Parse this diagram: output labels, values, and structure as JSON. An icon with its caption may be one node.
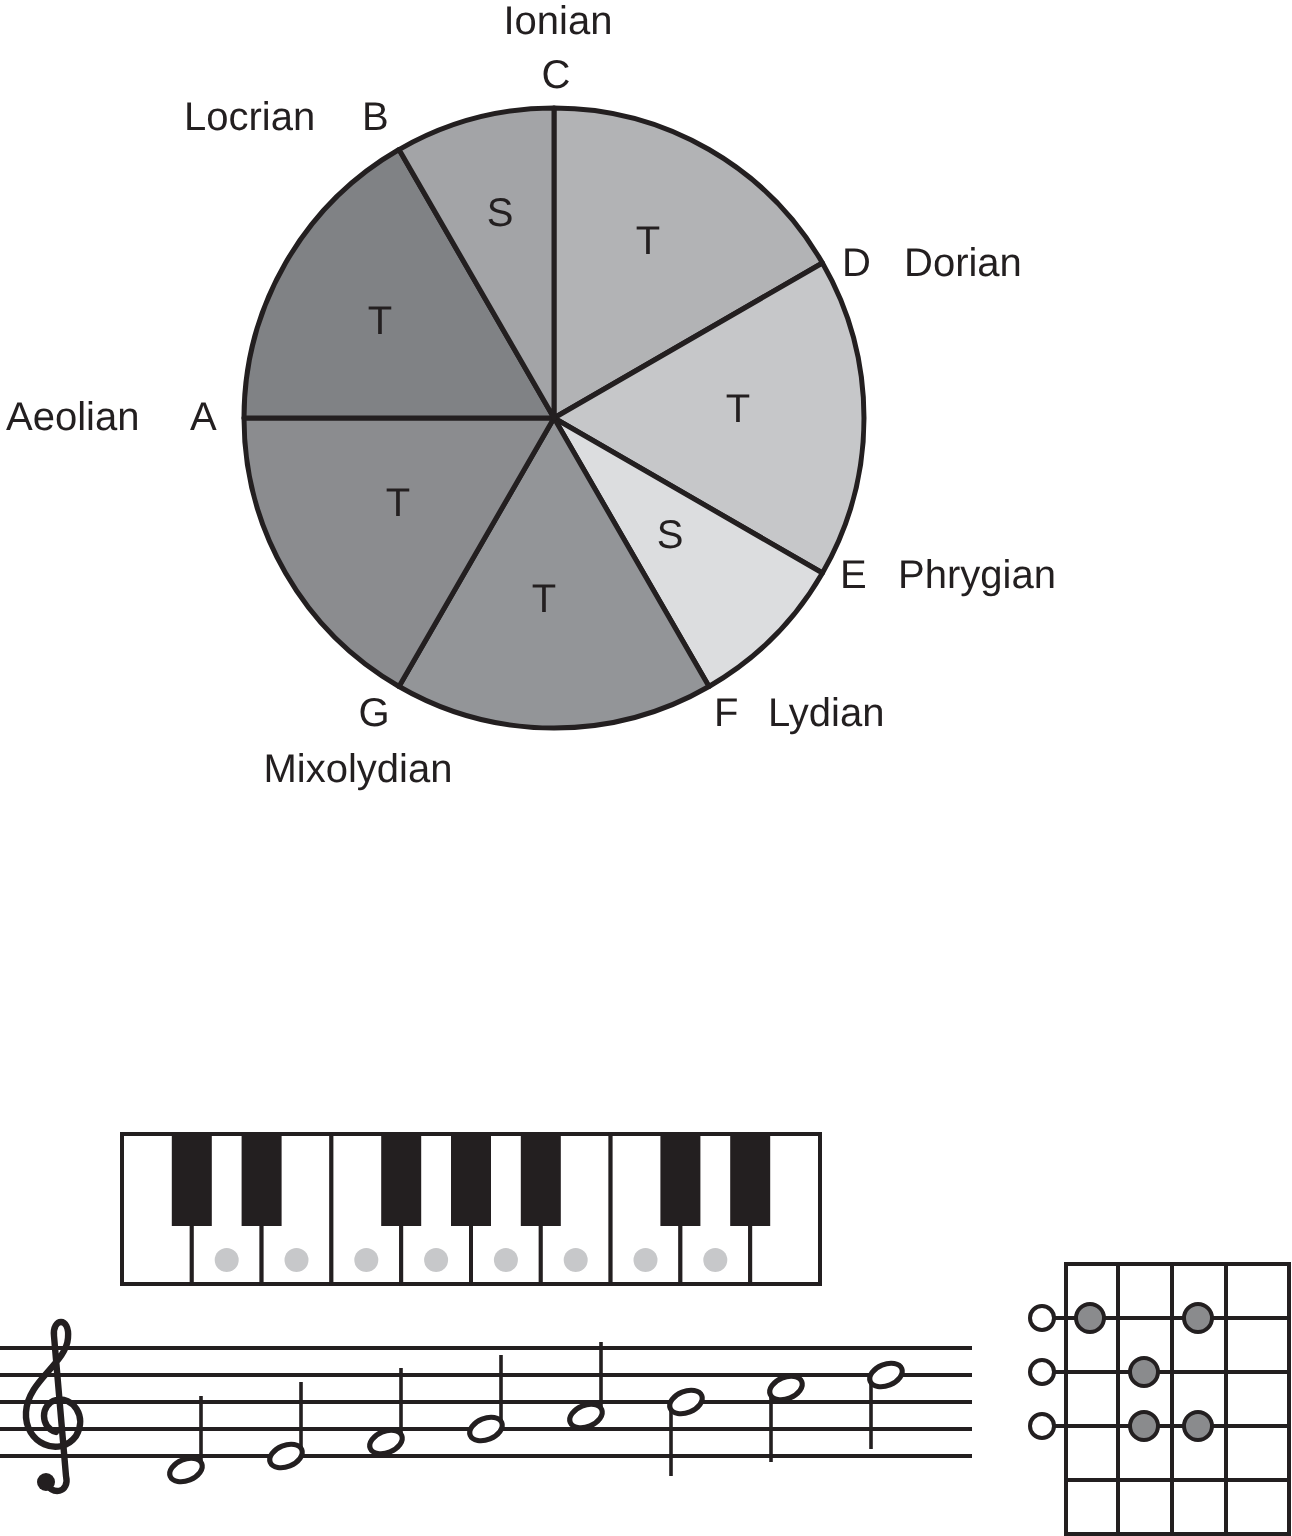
{
  "diagram": {
    "nodes": [
      {
        "text": [
          "T"
        ]
      },
      {
        "text": [
          "T"
        ]
      },
      {
        "text": [
          "S"
        ]
      },
      {
        "text": [
          "T"
        ]
      },
      {
        "text": [
          "T"
        ]
      },
      {
        "text": [
          "T"
        ]
      },
      {
        "text": [
          "S"
        ]
      }
    ],
    "labels": [
      "Ionian",
      "C",
      "Locrian",
      "B",
      "D",
      "Dorian",
      "Aeolian",
      "A",
      "E",
      "Phrygian",
      "G",
      "F",
      "Lydian",
      "Mixolydian"
    ]
  }
}
